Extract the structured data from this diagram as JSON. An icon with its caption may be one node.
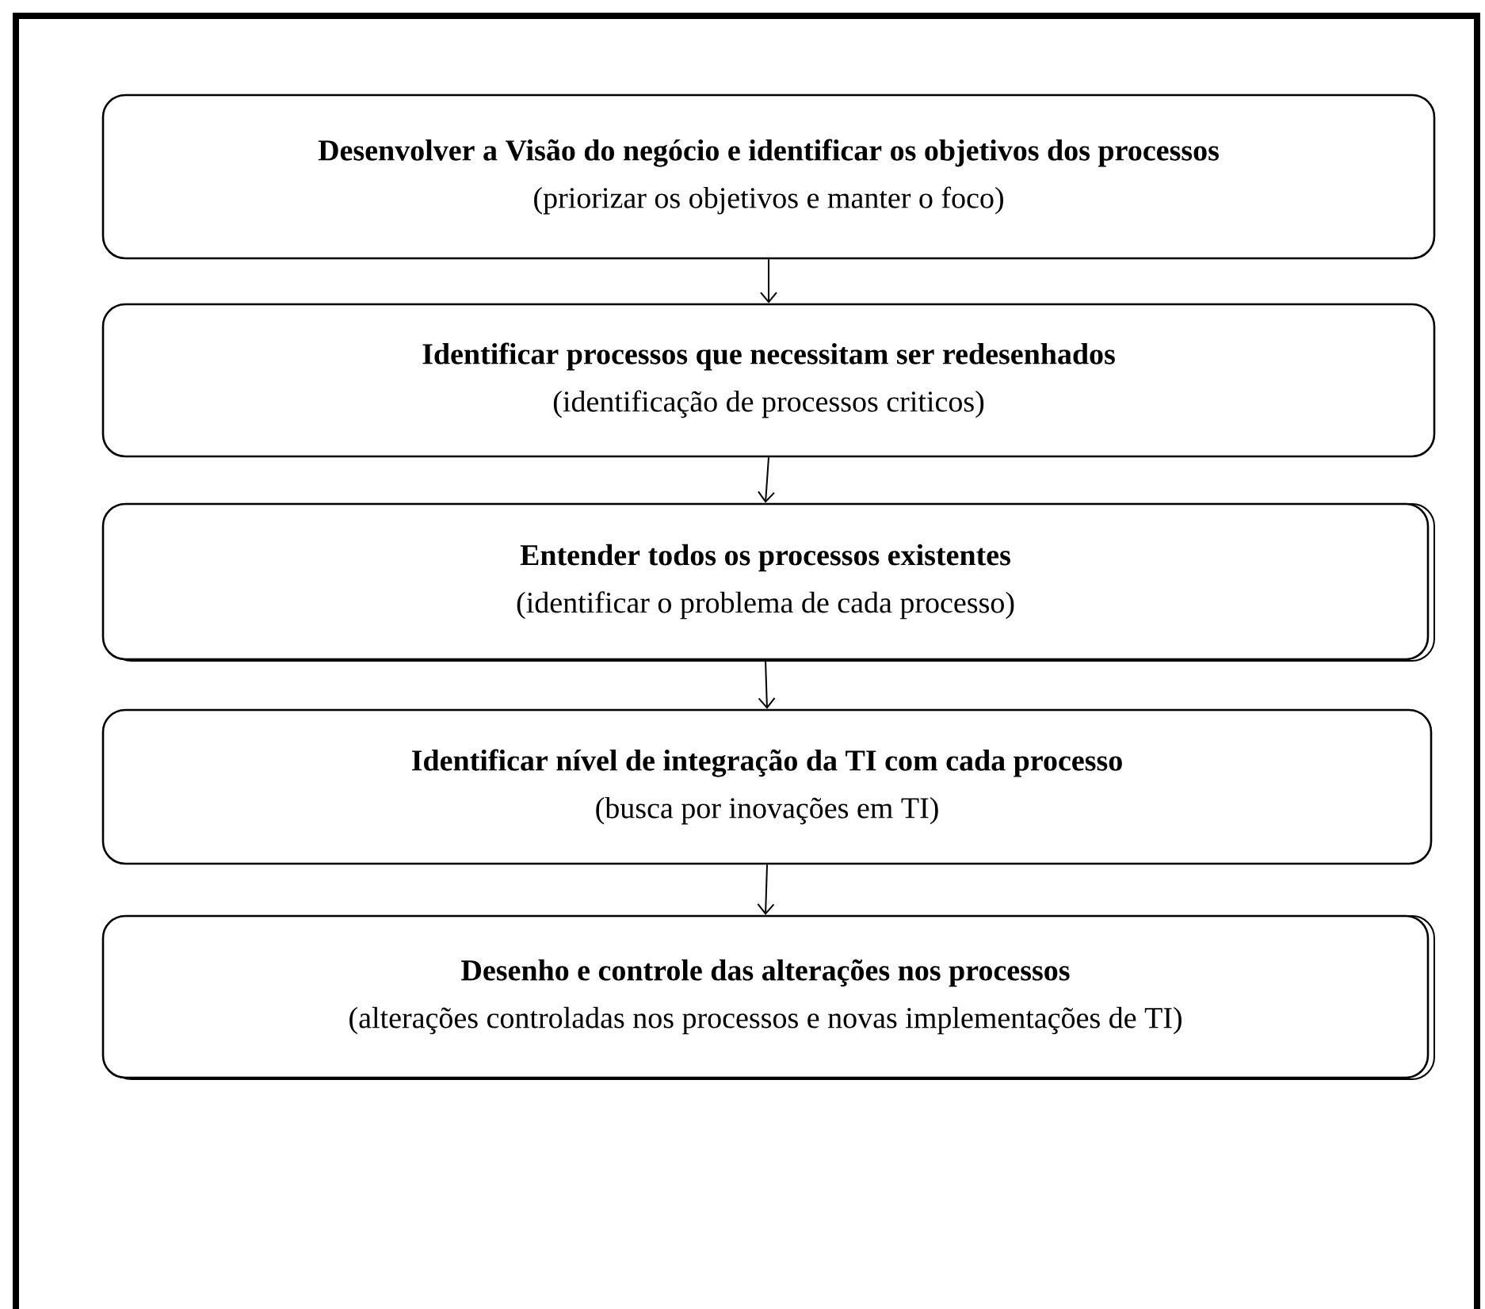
{
  "diagram": {
    "nodes": [
      {
        "text": [
          "Desenvolver a Visão do negócio e identificar os objetivos dos processos",
          "(priorizar os objetivos e manter o foco)"
        ]
      },
      {
        "text": [
          "Identificar processos que necessitam ser redesenhados",
          "(identificação de processos criticos)"
        ]
      },
      {
        "text": [
          "Entender todos os processos existentes",
          "(identificar o problema de cada processo)"
        ]
      },
      {
        "text": [
          "Identificar nível de integração da TI com cada processo",
          "(busca por inovações em TI)"
        ]
      },
      {
        "text": [
          "Desenho e controle das alterações nos processos",
          "(alterações controladas nos processos e novas implementações de TI)"
        ]
      }
    ],
    "edges": [
      {
        "from": 0,
        "to": 1,
        "arrow": "to"
      },
      {
        "from": 1,
        "to": 2,
        "arrow": "to"
      },
      {
        "from": 2,
        "to": 3,
        "arrow": "to"
      },
      {
        "from": 3,
        "to": 4,
        "arrow": "to"
      }
    ]
  }
}
